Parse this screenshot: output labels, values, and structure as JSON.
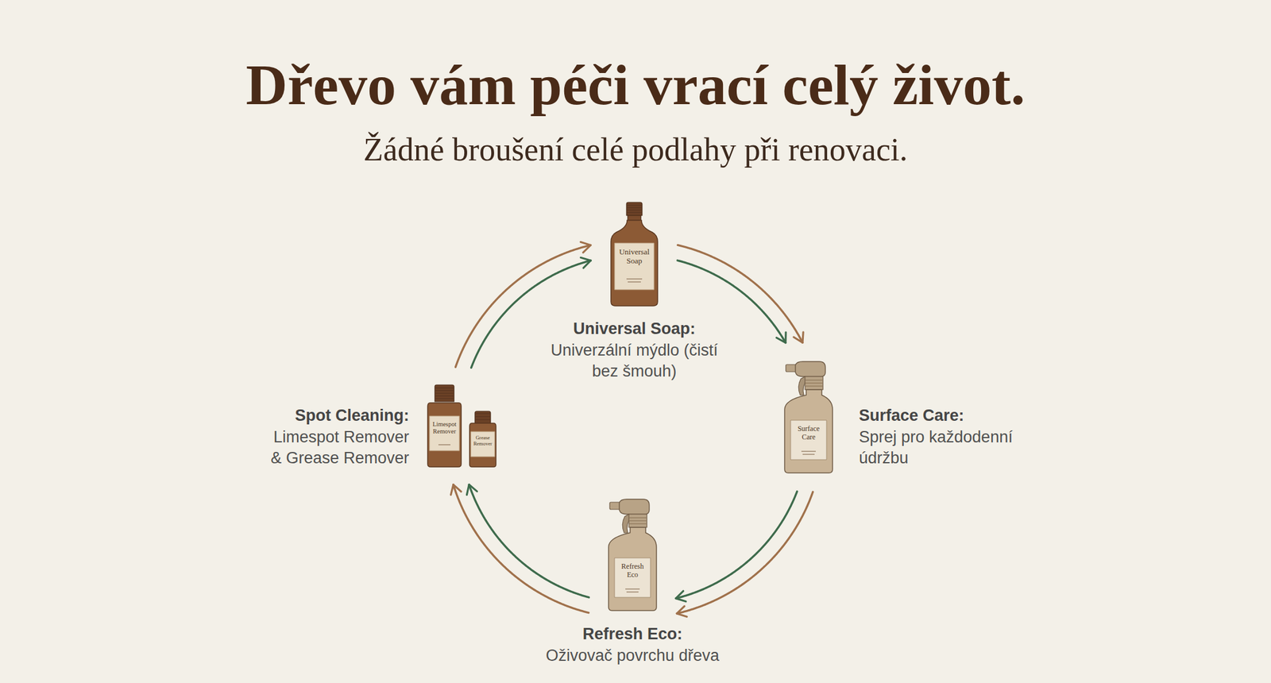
{
  "diagram": {
    "title": "Dřevo vám péči vrací celý život.",
    "caption": "Žádné broušení celé podlahy při renovaci.",
    "nodes": [
      {
        "text": [
          "Universal Soap",
          "Universal Soap:",
          "Univerzální mýdlo (čistí bez šmouh)"
        ]
      },
      {
        "text": [
          "Surface Care",
          "Surface Care:",
          "Sprej pro každodenní údržbu"
        ]
      },
      {
        "text": [
          "Refresh Eco",
          "Refresh Eco:",
          "Oživovač povrchu dřeva"
        ]
      },
      {
        "text": [
          "Limespot Remover",
          "Grease Remover",
          "Spot Cleaning:",
          "Limespot Remover & Grease Remover"
        ]
      }
    ],
    "edges": [
      {
        "from": 0,
        "to": 1,
        "arrow": "to"
      },
      {
        "from": 0,
        "to": 1,
        "arrow": "to"
      },
      {
        "from": 1,
        "to": 2,
        "arrow": "to"
      },
      {
        "from": 1,
        "to": 2,
        "arrow": "to"
      },
      {
        "from": 2,
        "to": 3,
        "arrow": "to"
      },
      {
        "from": 2,
        "to": 3,
        "arrow": "to"
      },
      {
        "from": 3,
        "to": 0,
        "arrow": "to"
      },
      {
        "from": 3,
        "to": 0,
        "arrow": "to"
      }
    ]
  }
}
